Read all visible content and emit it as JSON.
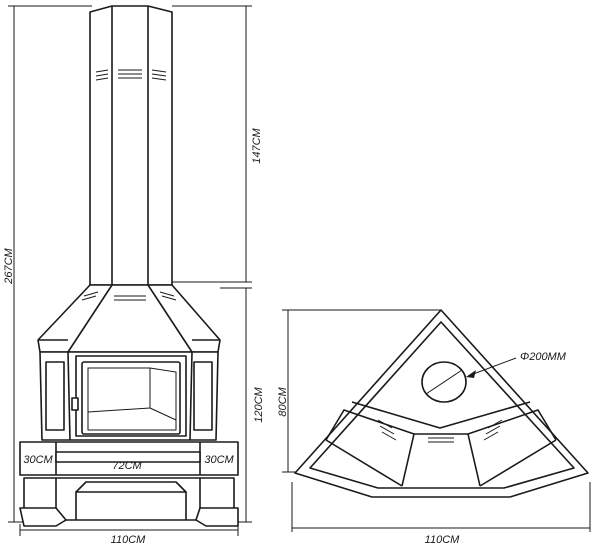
{
  "dimensions": {
    "total_height": "267CM",
    "chimney_height": "147CM",
    "body_height": "120CM",
    "front_width": "110CM",
    "side_left": "30CM",
    "center": "72CM",
    "side_right": "30CM",
    "plan_depth": "80CM",
    "plan_width": "110CM",
    "flue_diameter": "Φ200MM"
  }
}
